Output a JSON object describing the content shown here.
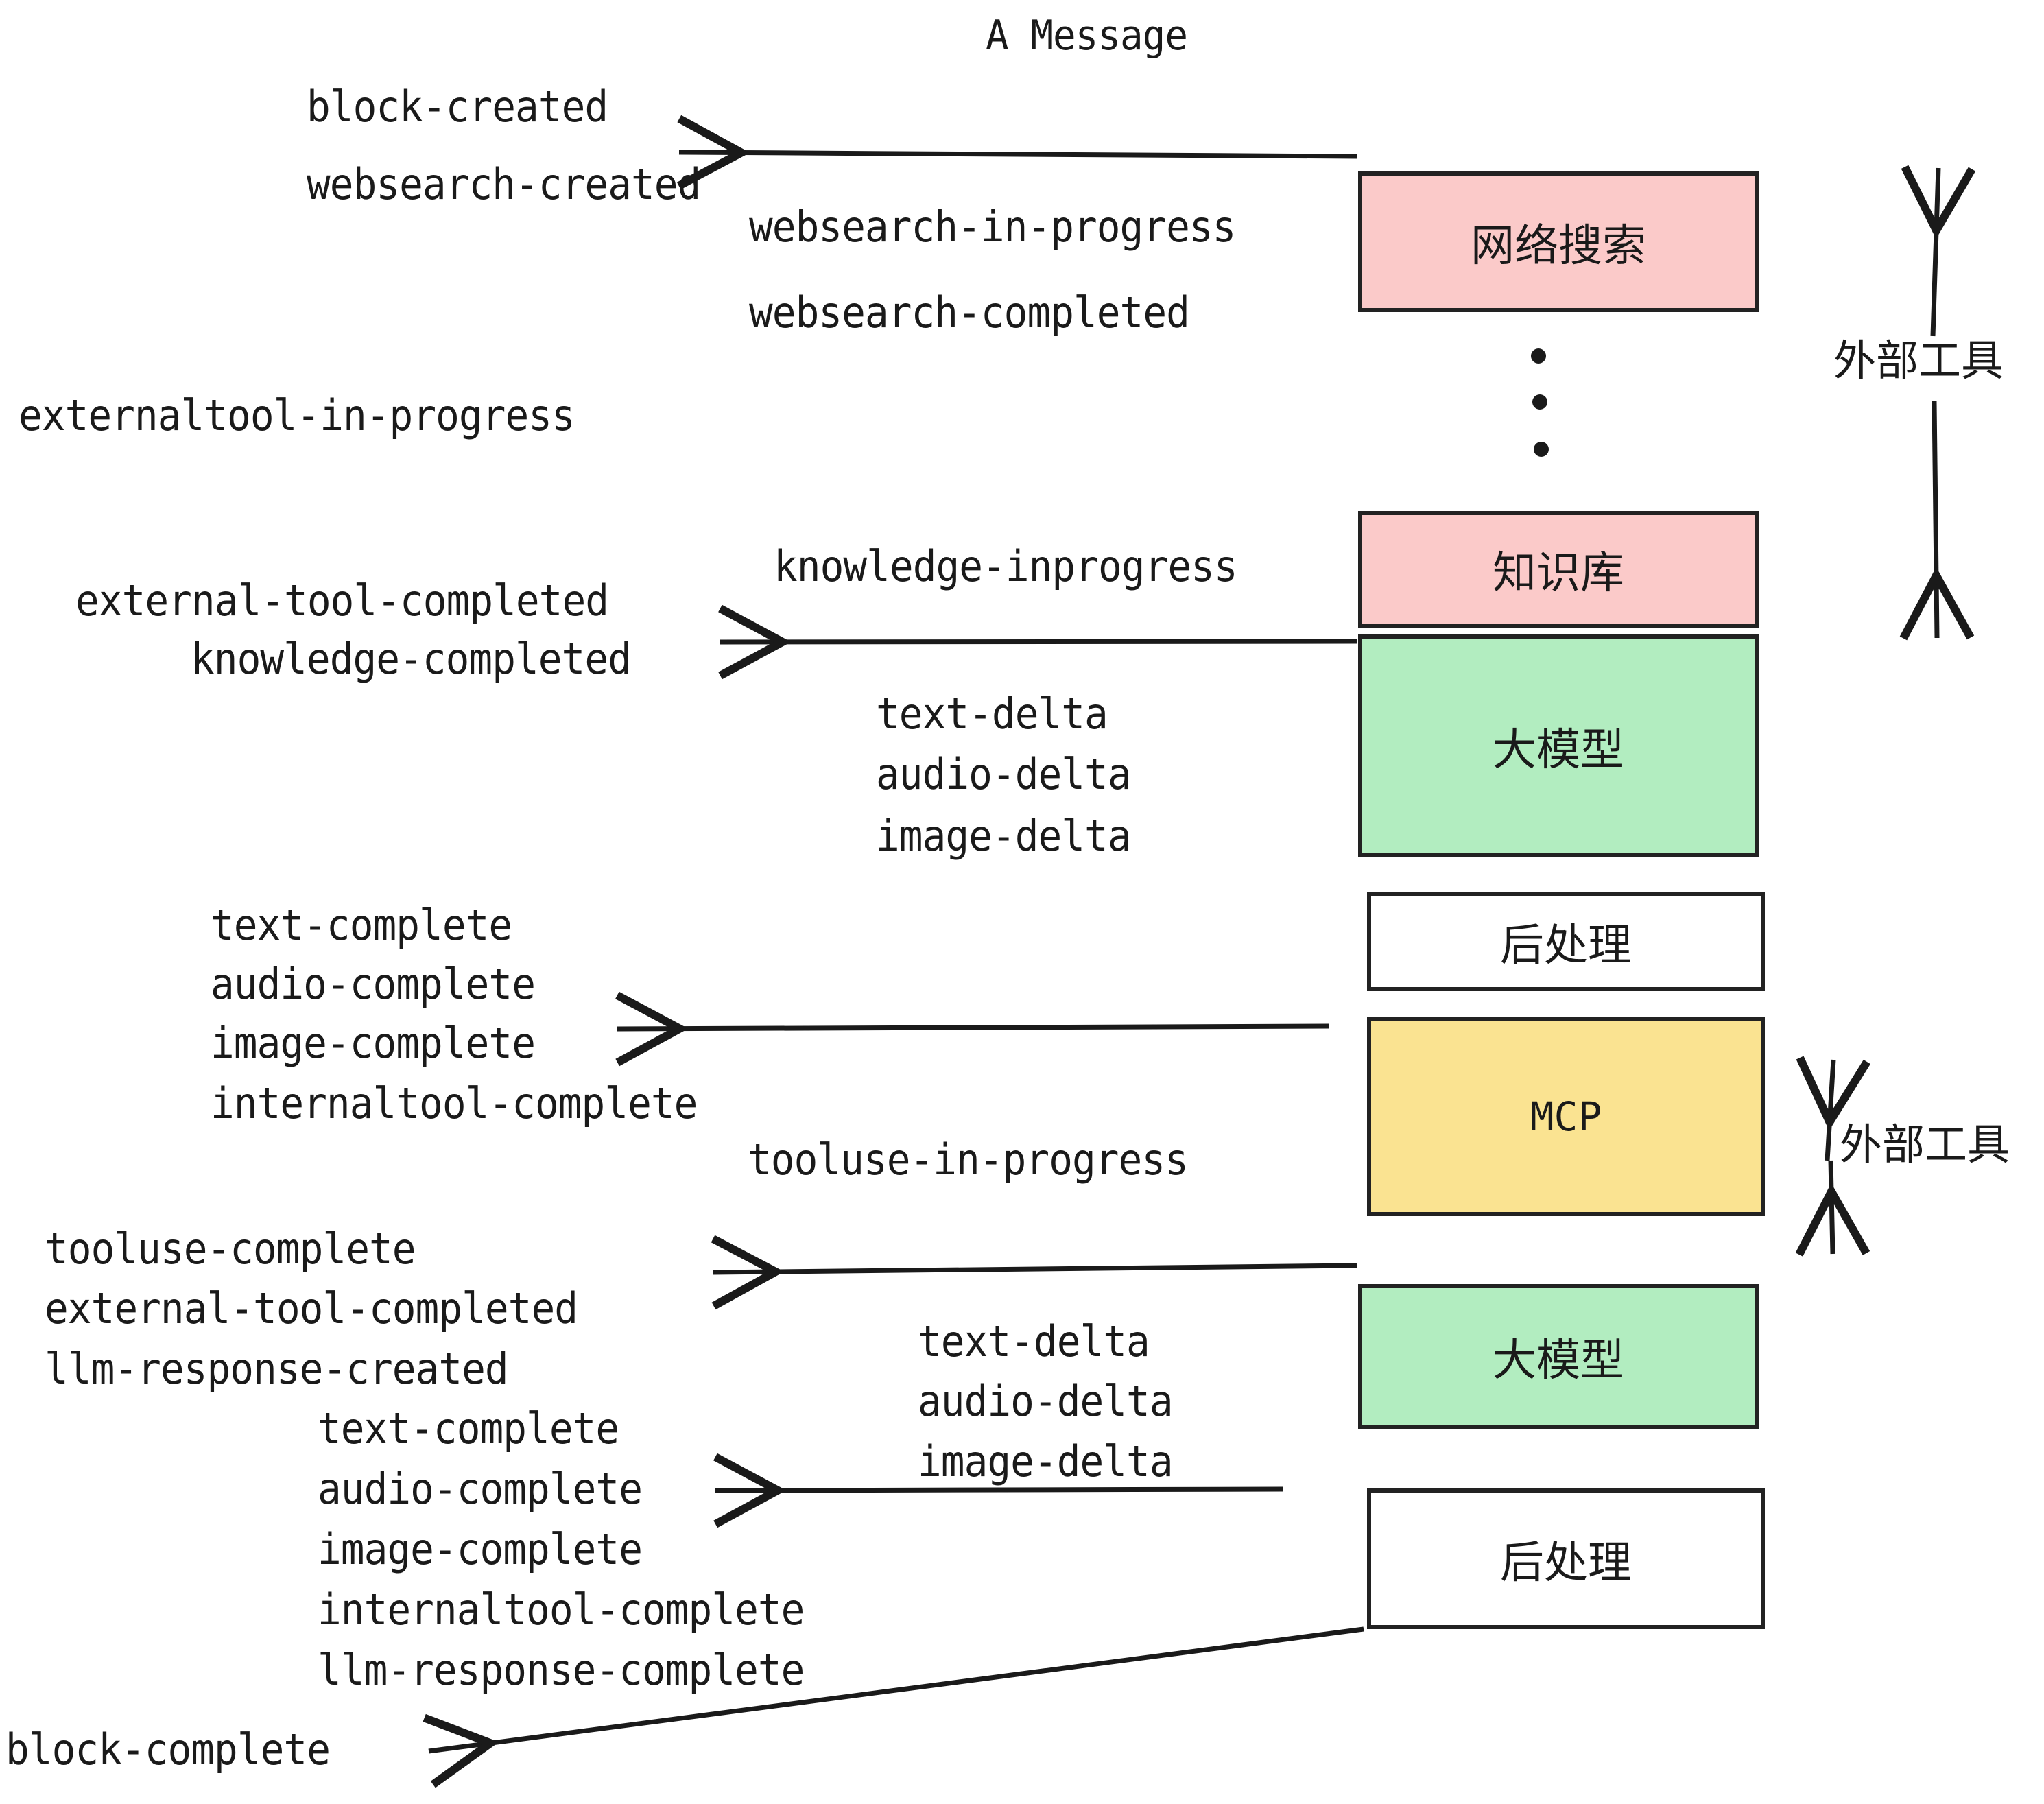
{
  "diagram": {
    "title": "A Message",
    "colors": {
      "tool_pink": "#FBCAC9",
      "llm_green": "#B2EDC0",
      "mcp_yellow": "#FAE391",
      "postprocess_white": "#FFFFFF",
      "stroke": "#222222",
      "text": "#1a1a1a",
      "background": "#FFFFFF"
    },
    "nodes": [
      {
        "id": "websearch",
        "label": "网络搜索",
        "fill": "tool_pink"
      },
      {
        "id": "knowledge",
        "label": "知识库",
        "fill": "tool_pink"
      },
      {
        "id": "llm_1",
        "label": "大模型",
        "fill": "llm_green"
      },
      {
        "id": "postprocess_1",
        "label": "后处理",
        "fill": "postprocess_white"
      },
      {
        "id": "mcp",
        "label": "MCP",
        "fill": "mcp_yellow"
      },
      {
        "id": "llm_2",
        "label": "大模型",
        "fill": "llm_green"
      },
      {
        "id": "postprocess_2",
        "label": "后处理",
        "fill": "postprocess_white"
      }
    ],
    "side_labels": [
      {
        "id": "external-tool-top",
        "label": "外部工具"
      },
      {
        "id": "external-tool-bottom",
        "label": "外部工具"
      }
    ],
    "events": [
      {
        "id": "block-created",
        "label": "block-created"
      },
      {
        "id": "websearch-created",
        "label": "websearch-created"
      },
      {
        "id": "websearch-in-progress",
        "label": "websearch-in-progress"
      },
      {
        "id": "websearch-completed",
        "label": "websearch-completed"
      },
      {
        "id": "externaltool-in-progress",
        "label": "externaltool-in-progress"
      },
      {
        "id": "knowledge-inprogress",
        "label": "knowledge-inprogress"
      },
      {
        "id": "external-tool-completed-1",
        "label": "external-tool-completed"
      },
      {
        "id": "knowledge-completed",
        "label": "knowledge-completed"
      },
      {
        "id": "text-delta-1",
        "label": "text-delta"
      },
      {
        "id": "audio-delta-1",
        "label": "audio-delta"
      },
      {
        "id": "image-delta-1",
        "label": "image-delta"
      },
      {
        "id": "text-complete-1",
        "label": "text-complete"
      },
      {
        "id": "audio-complete-1",
        "label": "audio-complete"
      },
      {
        "id": "image-complete-1",
        "label": "image-complete"
      },
      {
        "id": "internaltool-complete-1",
        "label": "internaltool-complete"
      },
      {
        "id": "tooluse-in-progress",
        "label": "tooluse-in-progress"
      },
      {
        "id": "tooluse-complete",
        "label": "tooluse-complete"
      },
      {
        "id": "external-tool-completed-2",
        "label": "external-tool-completed"
      },
      {
        "id": "llm-response-created",
        "label": "llm-response-created"
      },
      {
        "id": "text-delta-2",
        "label": "text-delta"
      },
      {
        "id": "audio-delta-2",
        "label": "audio-delta"
      },
      {
        "id": "image-delta-2",
        "label": "image-delta"
      },
      {
        "id": "text-complete-2",
        "label": "text-complete"
      },
      {
        "id": "audio-complete-2",
        "label": "audio-complete"
      },
      {
        "id": "image-complete-2",
        "label": "image-complete"
      },
      {
        "id": "internaltool-complete-2",
        "label": "internaltool-complete"
      },
      {
        "id": "llm-response-complete",
        "label": "llm-response-complete"
      },
      {
        "id": "block-complete",
        "label": "block-complete"
      }
    ]
  }
}
